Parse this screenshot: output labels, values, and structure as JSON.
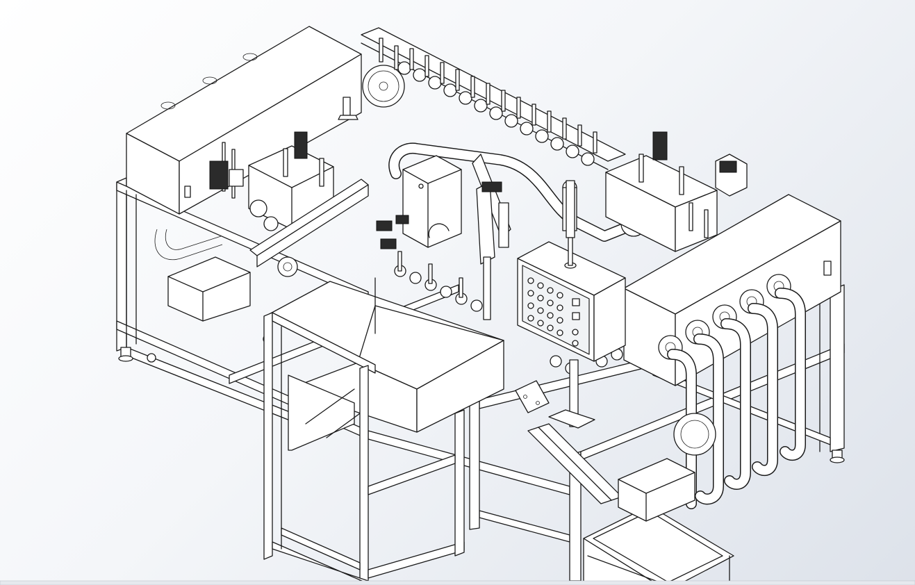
{
  "viewport": {
    "background_top": "#ffffff",
    "background_bottom": "#dde2ea",
    "line_color": "#1a1a1a"
  },
  "assemblies": [
    {
      "id": "left-enclosure",
      "icon": "cabinet"
    },
    {
      "id": "right-enclosure",
      "icon": "cabinet"
    },
    {
      "id": "bottle-conveyor",
      "icon": "chain-conveyor"
    },
    {
      "id": "control-panel",
      "icon": "button-panel",
      "button_count": 20
    },
    {
      "id": "hopper",
      "icon": "hopper"
    },
    {
      "id": "piping-manifold",
      "icon": "pipes",
      "pipe_count": 5
    },
    {
      "id": "collection-bin",
      "icon": "crate"
    },
    {
      "id": "support-frame",
      "icon": "frame"
    }
  ]
}
